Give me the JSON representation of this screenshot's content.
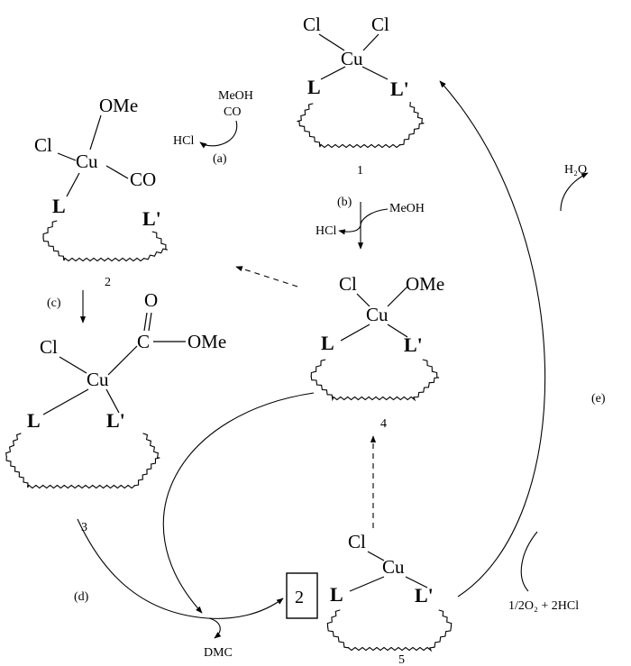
{
  "labels": {
    "cl": "Cl",
    "cu": "Cu",
    "l": "L",
    "lp": "L'",
    "ome": "OMe",
    "co": "CO",
    "o": "O",
    "c": "C",
    "meoh": "MeOH",
    "hcl": "HCl",
    "h2o": "H₂O",
    "dmc": "DMC",
    "o2hcl": "1/2O₂ + 2HCl",
    "boxed": "2"
  },
  "compounds": [
    "1",
    "2",
    "3",
    "4",
    "5"
  ],
  "steps": [
    "(a)",
    "(b)",
    "(c)",
    "(d)",
    "(e)"
  ]
}
